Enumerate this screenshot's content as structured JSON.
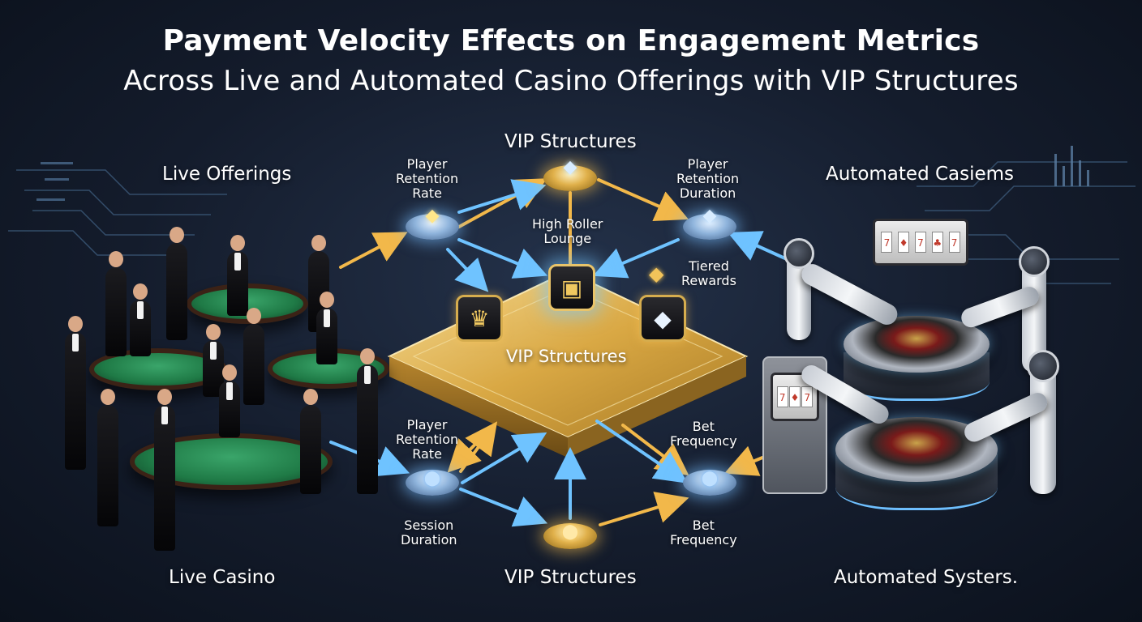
{
  "title": {
    "line1": "Payment Velocity Effects on Engagement Metrics",
    "line2": "Across Live and Automated Casino Offerings with VIP Structures"
  },
  "sections": {
    "live_offerings": "Live Offerings",
    "automated_top": "Automated Casiems",
    "live_casino": "Live Casino",
    "vip_bottom": "VIP Structures",
    "automated_bottom": "Automated Systers."
  },
  "nodes": {
    "vip_top": "VIP Structures",
    "player_retention_rate_top": [
      "Player",
      "Retention",
      "Rate"
    ],
    "player_retention_duration": [
      "Player",
      "Retention",
      "Duration"
    ],
    "high_roller_lounge": [
      "High Roller",
      "Lounge"
    ],
    "tiered_rewards": [
      "Tiered",
      "Rewards"
    ],
    "vip_center": "VIP Structures",
    "player_retention_rate_bottom": [
      "Player",
      "Retention",
      "Rate"
    ],
    "bet_frequency_top": [
      "Bet",
      "Frequency"
    ],
    "session_duration": [
      "Session",
      "Duration"
    ],
    "bet_frequency_bottom": [
      "Bet",
      "Frequency"
    ]
  },
  "colors": {
    "gold_arrow": "#f2b84a",
    "blue_arrow": "#6fc3ff",
    "platform_gold": "#d9a844",
    "background": "#141c2c"
  },
  "icons": {
    "diamond": "diamond-icon",
    "vip_crown": "crown-icon",
    "chip": "casino-chip-icon",
    "lounge": "lounge-chair-icon"
  }
}
